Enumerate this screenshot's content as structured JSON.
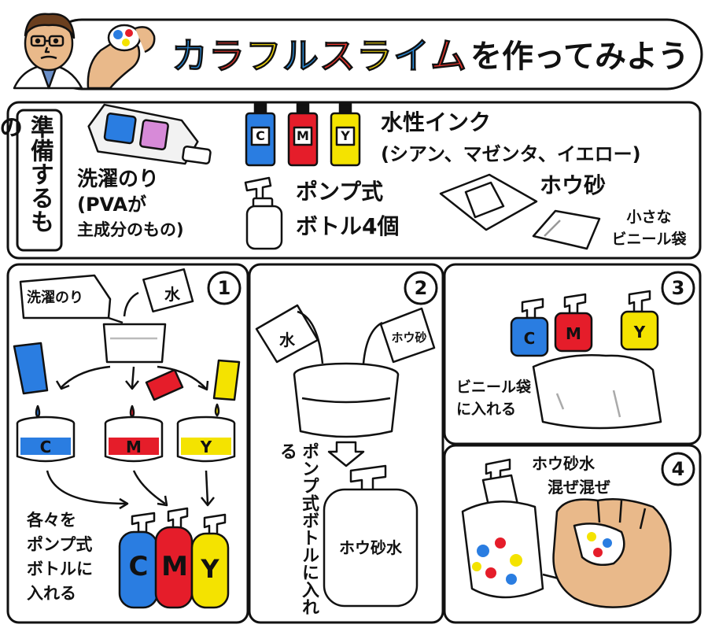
{
  "title": {
    "colored_part": "カラフルスライム",
    "black_part": "を作ってみよう",
    "colored_chars": [
      {
        "ch": "カ",
        "color": "#2a8fe0"
      },
      {
        "ch": "ラ",
        "color": "#e8342c"
      },
      {
        "ch": "フ",
        "color": "#f5d90a"
      },
      {
        "ch": "ル",
        "color": "#2a8fe0"
      },
      {
        "ch": "ス",
        "color": "#e8342c"
      },
      {
        "ch": "ラ",
        "color": "#f5d90a"
      },
      {
        "ch": "イ",
        "color": "#2a8fe0"
      },
      {
        "ch": "ム",
        "color": "#e8342c"
      }
    ]
  },
  "colors": {
    "cyan": "#2a7de1",
    "magenta": "#e51d2a",
    "yellow": "#f4e300",
    "outline": "#111111",
    "skin": "#e9b98a"
  },
  "prep": {
    "heading": "準備するもの",
    "glue_label": [
      "洗濯のり",
      "(PVAが",
      "主成分のもの)"
    ],
    "ink_label": [
      "水性インク",
      "(シアン、マゼンタ、イエロー)"
    ],
    "ink_letters": [
      "C",
      "M",
      "Y"
    ],
    "pump_label": [
      "ポンプ式",
      "ボトル4個"
    ],
    "borax_label": "ホウ砂",
    "bag_label": [
      "小さな",
      "ビニール袋"
    ]
  },
  "step1": {
    "number": "1",
    "glue_bottle_label": "洗濯のり",
    "water_label": "水",
    "letters": [
      "C",
      "M",
      "Y"
    ],
    "note": [
      "各々を",
      "ポンプ式",
      "ボトルに",
      "入れる"
    ]
  },
  "step2": {
    "number": "2",
    "water_label": "水",
    "borax_label": "ホウ砂",
    "note": "ポンプ式ボトルに入れる",
    "bottle_label": "ホウ砂水"
  },
  "step3": {
    "number": "3",
    "letters": [
      "C",
      "M",
      "Y"
    ],
    "note": [
      "ビニール袋",
      "に入れる"
    ]
  },
  "step4": {
    "number": "4",
    "note": [
      "ホウ砂水",
      "混ぜ混ぜ"
    ]
  }
}
